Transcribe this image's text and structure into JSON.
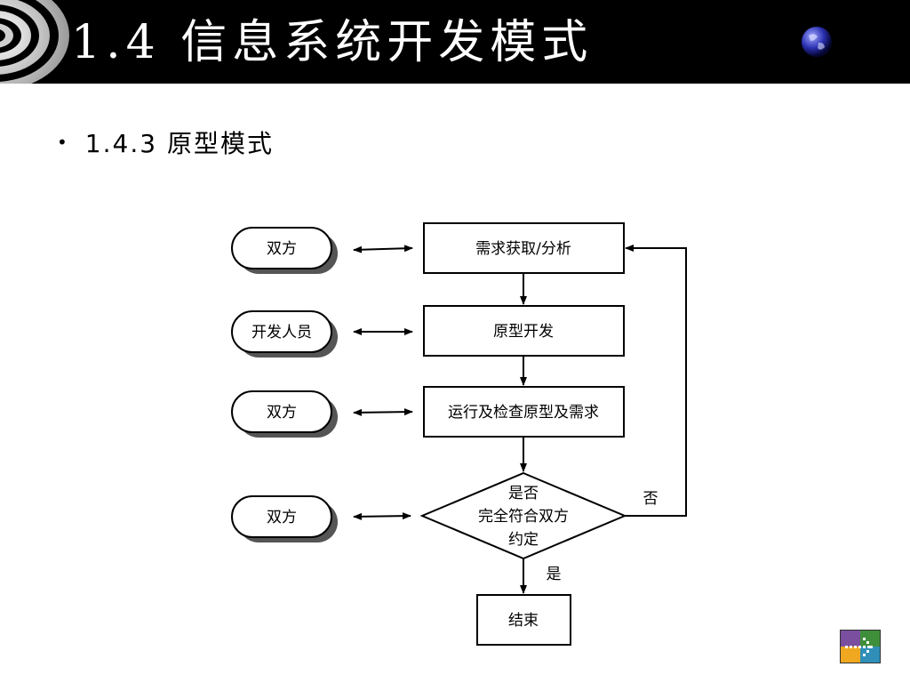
{
  "slide": {
    "title": "1.4 信息系统开发模式",
    "bullet": "1.4.3 原型模式"
  },
  "diagram": {
    "actors": [
      "双方",
      "开发人员",
      "双方",
      "双方"
    ],
    "steps": [
      "需求获取/分析",
      "原型开发",
      "运行及检查原型及需求"
    ],
    "decision": [
      "是否",
      "完全符合双方",
      "约定"
    ],
    "end": "结束",
    "yes_label": "是",
    "no_label": "否"
  },
  "icons": {
    "corner": "spiral-icon",
    "globe": "globe-icon",
    "nav": "next-slide-icon"
  },
  "colors": {
    "title_bar": "#000000",
    "title_text": "#ffffff",
    "shadow": "#555555"
  }
}
